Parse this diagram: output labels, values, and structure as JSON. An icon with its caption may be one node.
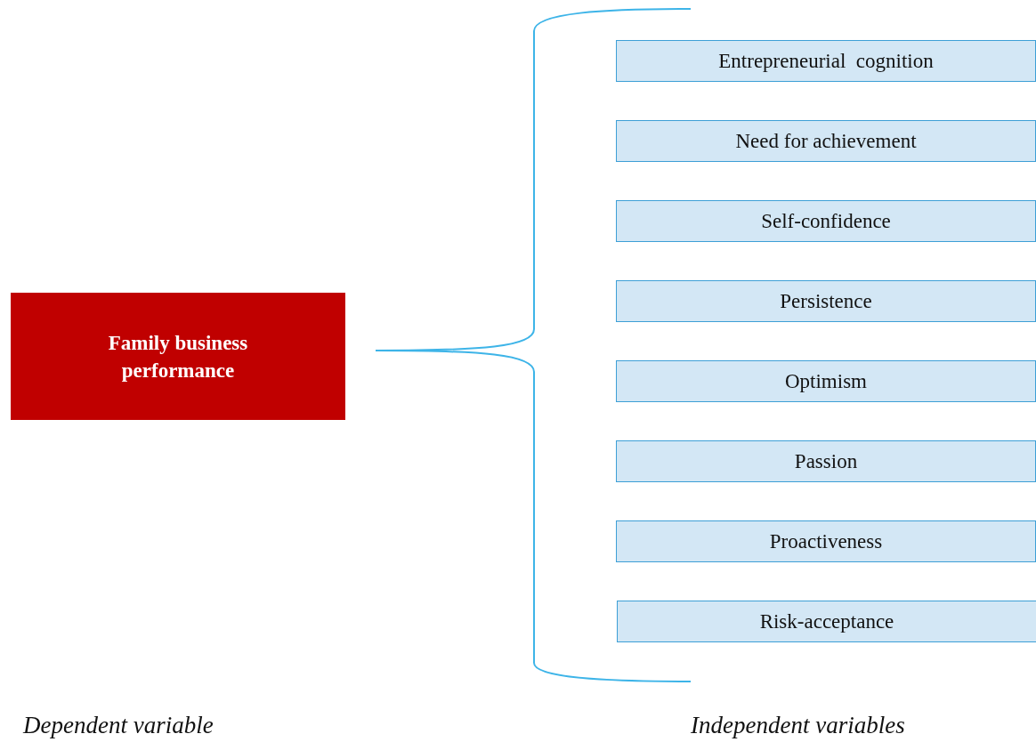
{
  "diagram": {
    "nodes": [
      {
        "text": [
          "Family business performance"
        ]
      },
      {
        "text": [
          "Entrepreneurial  cognition"
        ]
      },
      {
        "text": [
          "Need for achievement"
        ]
      },
      {
        "text": [
          "Self-confidence"
        ]
      },
      {
        "text": [
          "Persistence"
        ]
      },
      {
        "text": [
          "Optimism"
        ]
      },
      {
        "text": [
          "Passion"
        ]
      },
      {
        "text": [
          "Proactiveness"
        ]
      },
      {
        "text": [
          "Risk-acceptance"
        ]
      }
    ],
    "edges": [],
    "labels": [
      "Dependent variable",
      "Independent variables"
    ]
  }
}
